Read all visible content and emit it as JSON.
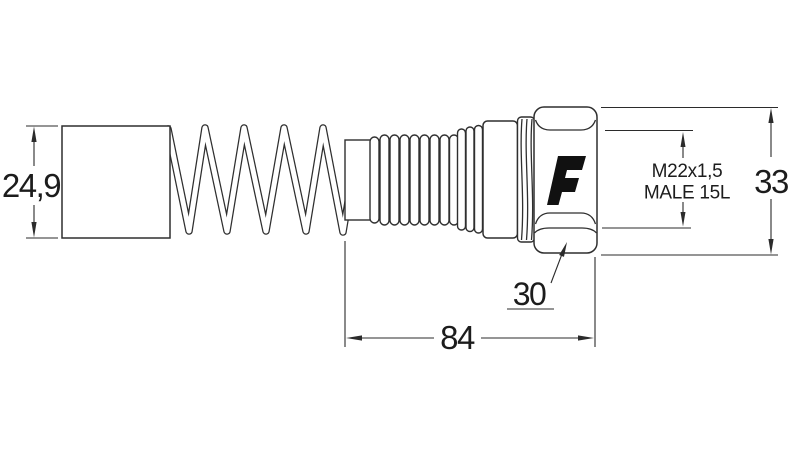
{
  "drawing": {
    "dimensions": {
      "cap_od": "24,9",
      "overall_height": "33",
      "thread_spec": "M22x1,5",
      "thread_type": "MALE 15L",
      "hex_size": "30",
      "socket_length": "84"
    },
    "logo_letter": "F",
    "colors": {
      "part_line": "#2f2f2f",
      "dimension_line": "#2b2b2b",
      "text": "#1c1c1c",
      "logo_fill": "#111111",
      "background": "#ffffff"
    }
  }
}
